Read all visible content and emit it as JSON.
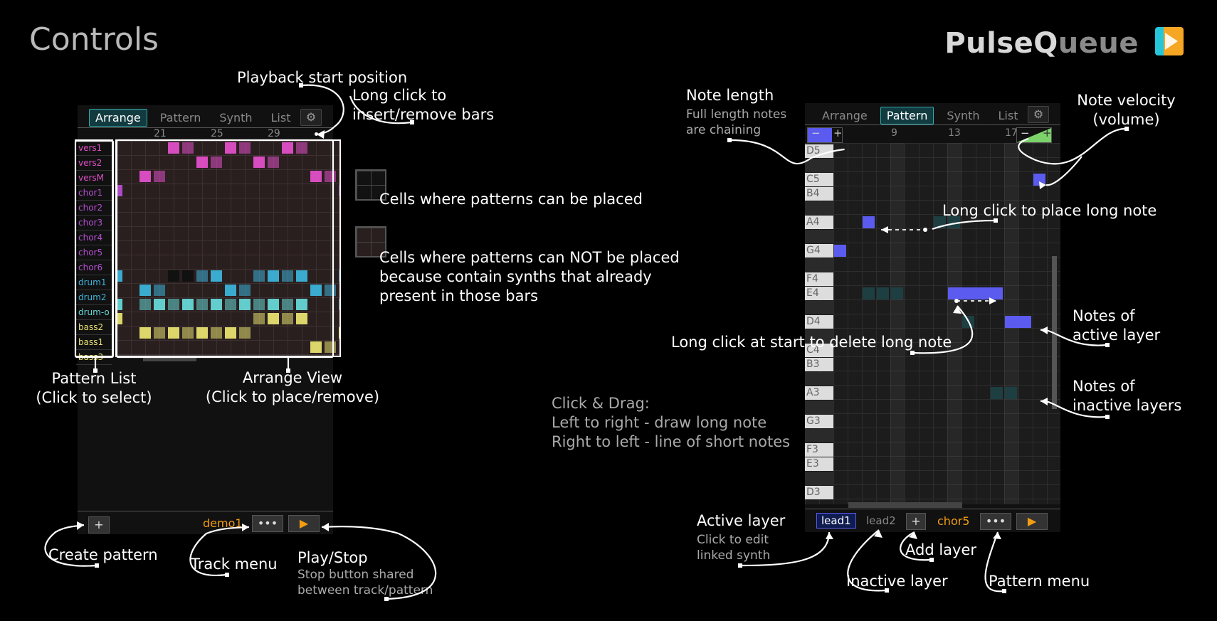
{
  "header": {
    "title": "Controls",
    "brand_a": "PulseQ",
    "brand_b": "ueue"
  },
  "left_panel": {
    "tabs": [
      "Arrange",
      "Pattern",
      "Synth",
      "List"
    ],
    "active_tab": "Arrange",
    "ruler": [
      "21",
      "25",
      "29"
    ],
    "patterns": [
      {
        "name": "vers1",
        "color": "#e04fc8"
      },
      {
        "name": "vers2",
        "color": "#e04fc8"
      },
      {
        "name": "versM",
        "color": "#e04fc8"
      },
      {
        "name": "chor1",
        "color": "#b44fd0"
      },
      {
        "name": "chor2",
        "color": "#b44fd0"
      },
      {
        "name": "chor3",
        "color": "#b44fd0"
      },
      {
        "name": "chor4",
        "color": "#b44fd0"
      },
      {
        "name": "chor5",
        "color": "#b44fd0"
      },
      {
        "name": "chor6",
        "color": "#b44fd0"
      },
      {
        "name": "drum1",
        "color": "#3bb3d8"
      },
      {
        "name": "drum2",
        "color": "#3bb3d8"
      },
      {
        "name": "drum-o",
        "color": "#66d6d6"
      },
      {
        "name": "bass2",
        "color": "#e6e070"
      },
      {
        "name": "bass1",
        "color": "#e6e070"
      },
      {
        "name": "bass3",
        "color": "#e6e070"
      }
    ],
    "track_name": "demo1",
    "add_label": "+",
    "menu_label": "•••",
    "play_label": "▶"
  },
  "right_panel": {
    "tabs": [
      "Arrange",
      "Pattern",
      "Synth",
      "List"
    ],
    "active_tab": "Pattern",
    "ruler": [
      "9",
      "13",
      "17"
    ],
    "keys": [
      "D5",
      "",
      "C5",
      "B4",
      "",
      "A4",
      "",
      "G4",
      "",
      "F4",
      "E4",
      "",
      "D4",
      "",
      "C4",
      "B3",
      "",
      "A3",
      "",
      "G3",
      "",
      "F3",
      "E3",
      "",
      "D3"
    ],
    "active_layer": "lead1",
    "inactive_layer": "lead2",
    "add_label": "+",
    "pattern_name": "chor5",
    "menu_label": "•••",
    "play_label": "▶",
    "minus_label": "−",
    "plus_label": "+"
  },
  "annotations": {
    "playback_start": "Playback start position",
    "long_click_bars": "Long click to\ninsert/remove bars",
    "cells_can": "Cells where patterns can be placed",
    "cells_cannot": "Cells where patterns can NOT be placed\nbecause contain synths that already\npresent in those bars",
    "pattern_list": "Pattern List\n(Click to select)",
    "arrange_view": "Arrange View\n(Click to place/remove)",
    "create_pattern": "Create pattern",
    "track_menu": "Track menu",
    "play_stop": "Play/Stop",
    "play_stop_sub": "Stop button shared\nbetween track/pattern",
    "note_length": "Note length",
    "note_length_sub": "Full length notes\nare chaining",
    "note_velocity": "Note velocity\n(volume)",
    "long_click_place": "Long click to place long note",
    "notes_active": "Notes of\nactive layer",
    "notes_inactive": "Notes of\ninactive layers",
    "long_click_delete": "Long click at start to delete long note",
    "click_drag": "Click & Drag:\nLeft to right - draw long note\nRight to left - line of short notes",
    "active_layer": "Active layer",
    "active_layer_sub": "Click to edit\nlinked synth",
    "inactive_layer": "Inactive layer",
    "add_layer": "Add layer",
    "pattern_menu": "Pattern menu"
  }
}
